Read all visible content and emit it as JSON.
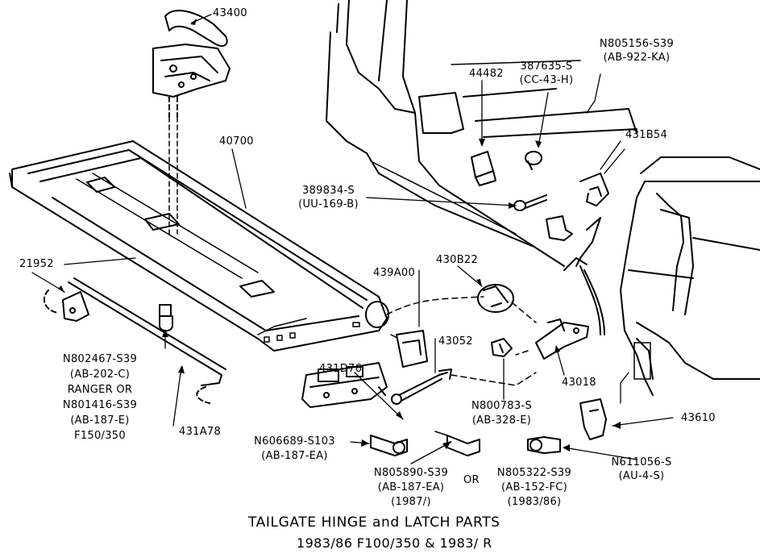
{
  "caption": {
    "title": "TAILGATE HINGE and LATCH PARTS",
    "subtitle": "1983/86 F100/350 & 1983/ R"
  },
  "parts": {
    "p43400": "43400",
    "p40700": "40700",
    "p21952": "21952",
    "p44482": "44482",
    "p387635": "387635-S",
    "p387635_code": "(CC-43-H)",
    "pN805156": "N805156-S39",
    "pN805156_code": "(AB-922-KA)",
    "p431B54": "431B54",
    "p389834": "389834-S",
    "p389834_code": "(UU-169-B)",
    "p439A00": "439A00",
    "p430B22": "430B22",
    "p43052": "43052",
    "p43018": "43018",
    "p431D76": "431D76",
    "pN800783": "N800783-S",
    "pN800783_code": "(AB-328-E)",
    "p43610": "43610",
    "p431A78": "431A78",
    "pN802467": "N802467-S39",
    "pN802467_code": "(AB-202-C)",
    "ranger_or": "RANGER OR",
    "pN801416": "N801416-S39",
    "pN801416_code": "(AB-187-E)",
    "f150": "F150/350",
    "pN606689": "N606689-S103",
    "pN606689_code": "(AB-187-EA)",
    "pN805890": "N805890-S39",
    "pN805890_code": "(AB-187-EA)",
    "pN805890_year": "(1987/)",
    "or": "OR",
    "pN805322": "N805322-S39",
    "pN805322_code": "(AB-152-FC)",
    "pN805322_year": "(1983/86)",
    "pN611056": "N611056-S",
    "pN611056_code": "(AU-4-S)"
  }
}
